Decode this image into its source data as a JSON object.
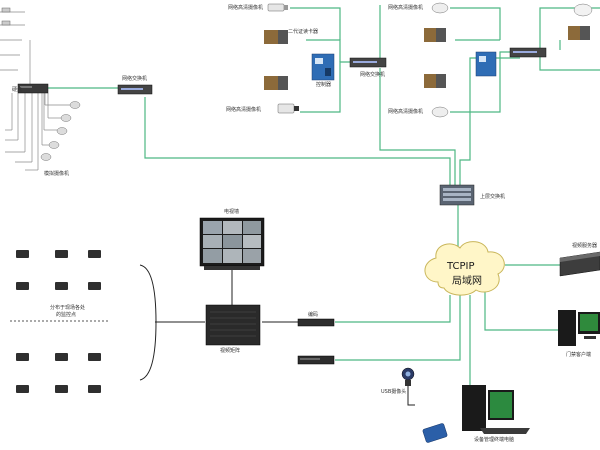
{
  "colors": {
    "link_green": "#4db883",
    "analog_gray": "#8a8a8a",
    "device_dark": "#2b2b2b",
    "cloud_fill": "#fff6c8",
    "cloud_stroke": "#c9b65a",
    "screen_blue": "#1d6fb0"
  },
  "labels": {
    "top_left_nvr": "硬盘",
    "analog_cam": "模拟摄像机",
    "left_switch": "网络交换机",
    "hd_cam_1": "网络高清摄像机",
    "reader": "二代证读卡器",
    "controller": "控制器",
    "hd_cam_2": "网络高清摄像机",
    "center_switch": "网络交换机",
    "hd_cam_3": "网络高清摄像机",
    "hd_cam_4": "网络高清摄像机",
    "core_switch": "上层交换机",
    "tv_wall": "电视墙",
    "field_points_1": "分布于现场各处",
    "field_points_2": "的监控点",
    "decoder": "视频矩阵",
    "encoder": "编码",
    "cloud_line1": "TCPIP",
    "cloud_line2": "局域网",
    "video_server": "视频服务器",
    "door_client": "门禁客户端",
    "usb_cam": "USB摄像头",
    "mgmt_pc": "设备管理终端电脑"
  },
  "icons": [
    "dome-camera-icon",
    "bullet-camera-icon",
    "card-reader-icon",
    "controller-board-icon",
    "network-switch-icon",
    "tv-wall-icon",
    "matrix-icon",
    "encoder-icon",
    "cloud-icon",
    "server-icon",
    "desktop-pc-icon",
    "webcam-icon",
    "id-card-icon"
  ]
}
